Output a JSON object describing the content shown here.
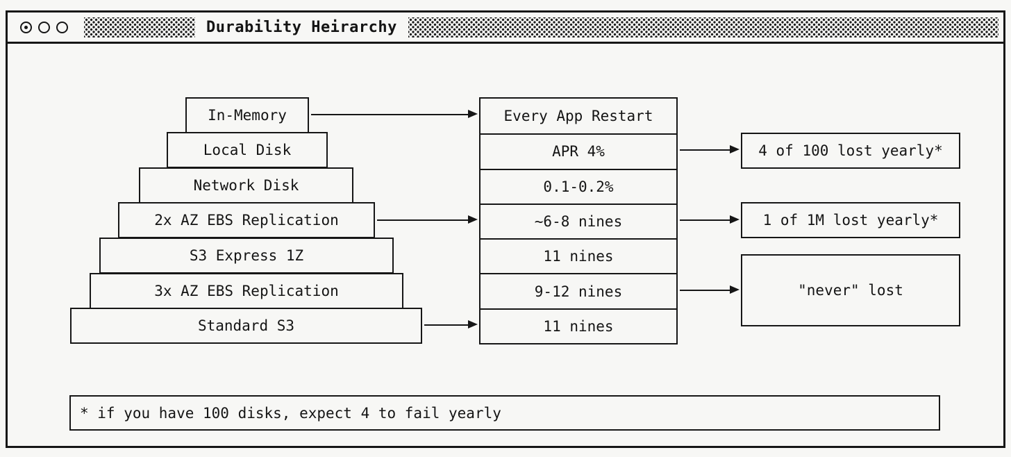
{
  "window": {
    "title": "Durability Heirarchy",
    "controls": [
      "window-control-dotted",
      "window-control-plain",
      "window-control-plain"
    ]
  },
  "colors": {
    "background": "#f7f7f5",
    "line": "#161616"
  },
  "pyramid": {
    "levels": [
      "In-Memory",
      "Local Disk",
      "Network Disk",
      "2x AZ EBS Replication",
      "S3 Express 1Z",
      "3x AZ EBS Replication",
      "Standard S3"
    ]
  },
  "stack": {
    "rows": [
      "Every App Restart",
      "APR 4%",
      "0.1-0.2%",
      "~6-8 nines",
      "11 nines",
      "9-12 nines",
      "11 nines"
    ]
  },
  "outcomes": [
    "4 of 100 lost yearly*",
    "1 of 1M lost yearly*",
    "\"never\" lost"
  ],
  "footnote": {
    "text": "* if you have 100 disks, expect 4 to fail yearly"
  },
  "connections": [
    {
      "from": "In-Memory",
      "to": "Every App Restart"
    },
    {
      "from": "2x AZ EBS Replication",
      "to": "~6-8 nines"
    },
    {
      "from": "Standard S3",
      "to": "11 nines"
    },
    {
      "from": "APR 4%",
      "to": "4 of 100 lost yearly*"
    },
    {
      "from": "~6-8 nines",
      "to": "1 of 1M lost yearly*"
    },
    {
      "from": "9-12 nines",
      "to": "\"never\" lost"
    }
  ]
}
